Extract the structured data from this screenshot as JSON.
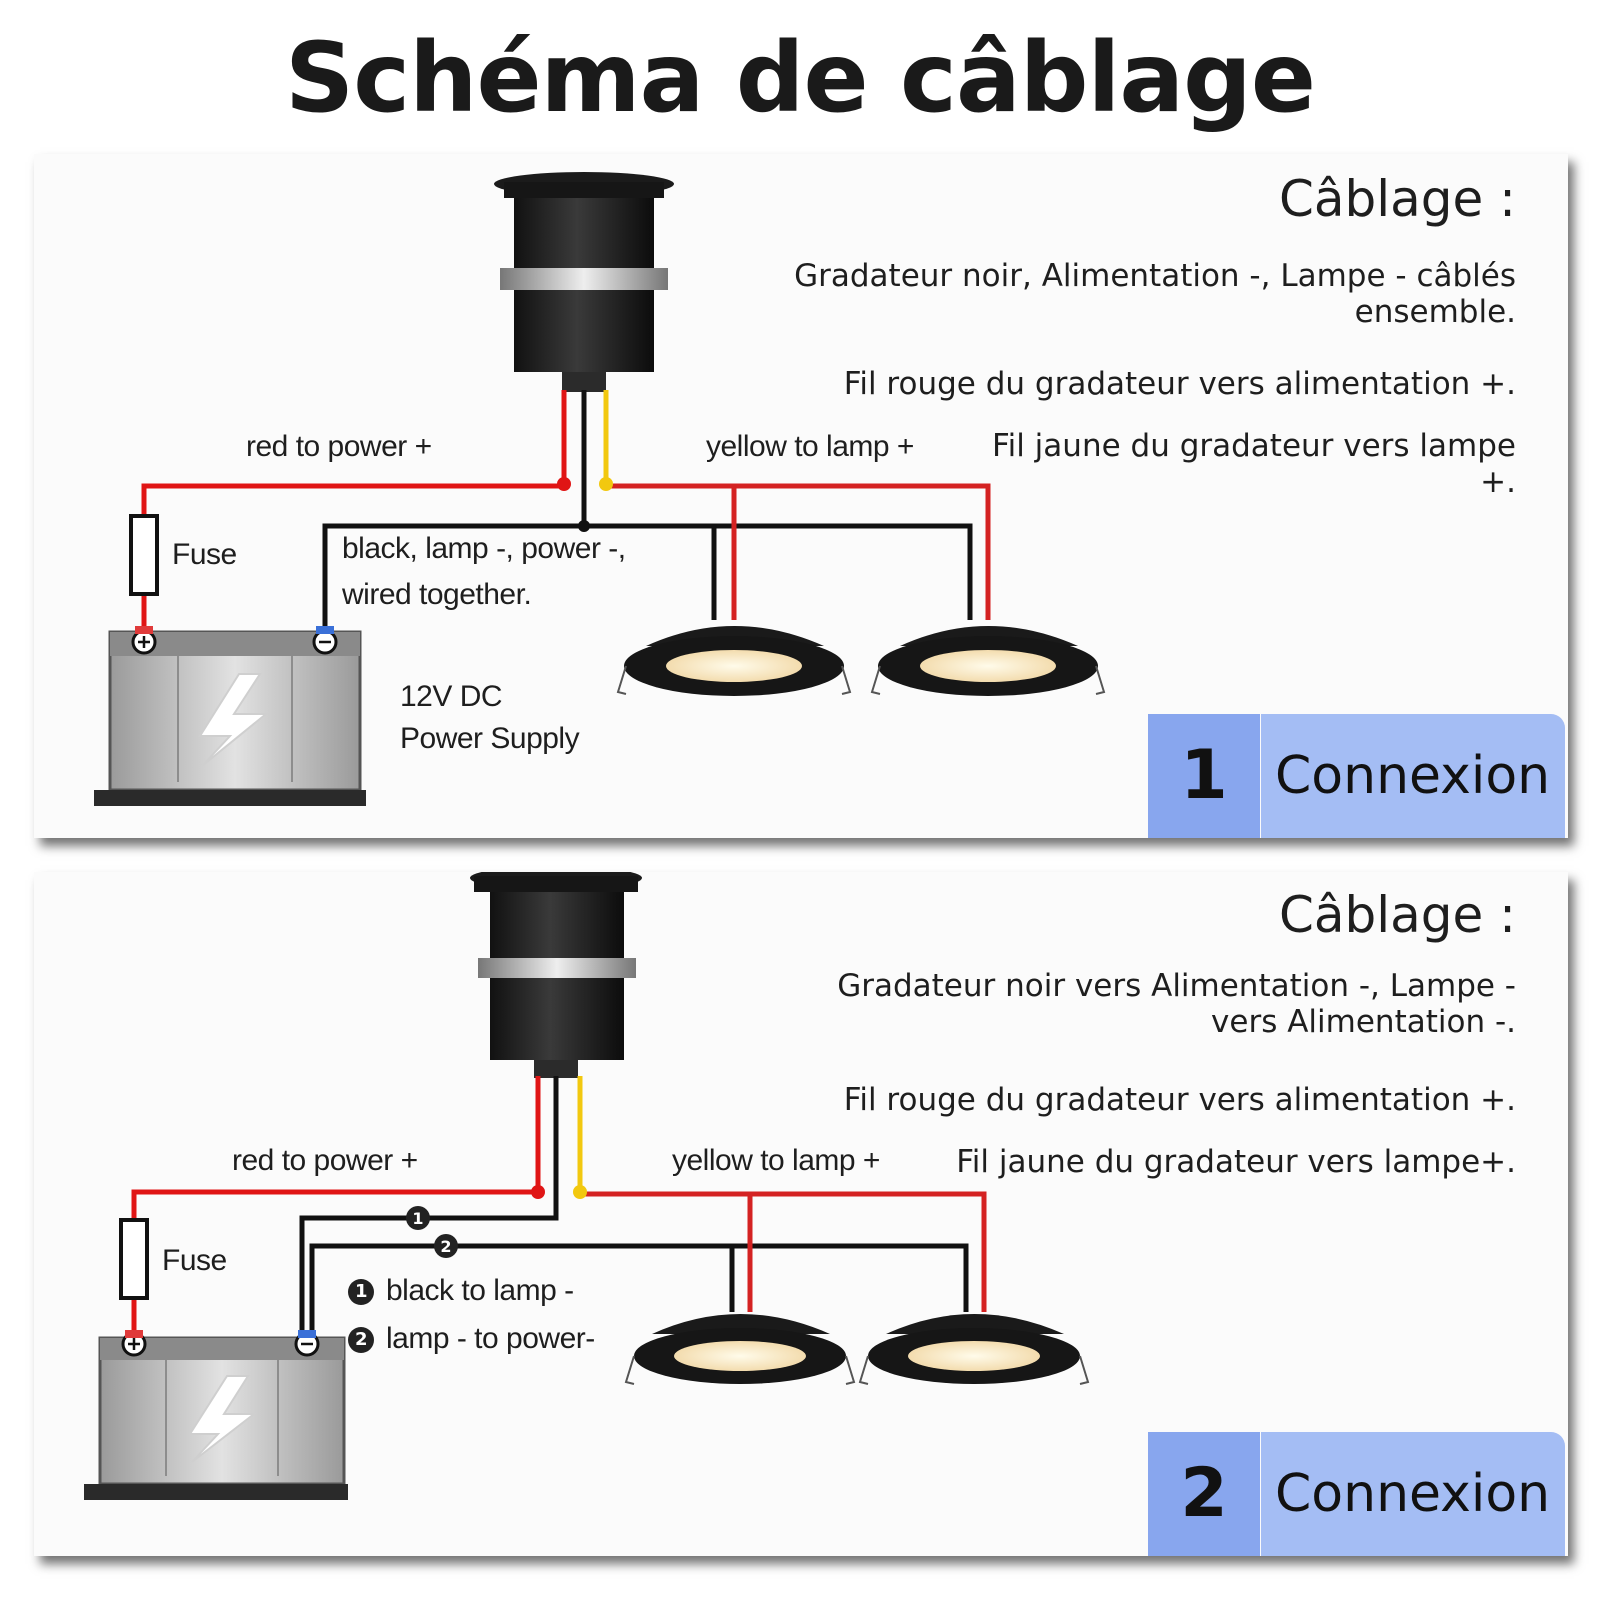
{
  "title": "Schéma de câblage",
  "colors": {
    "red": "#e01515",
    "yellow": "#f2c80f",
    "black": "#111111",
    "badge_dark": "#88a6ee",
    "badge_light": "#a4bdf4"
  },
  "panel1": {
    "heading": "Câblage :",
    "notes": [
      "Gradateur noir, Alimentation -, Lampe - câblés ensemble.",
      "Fil rouge du gradateur vers alimentation +.",
      "Fil jaune du gradateur vers lampe +."
    ],
    "label_red": "red to power +",
    "label_yellow": "yellow to lamp +",
    "label_fuse": "Fuse",
    "label_black_1": "black, lamp -, power -,",
    "label_black_2": "wired together.",
    "supply_line1": "12V DC",
    "supply_line2": "Power Supply",
    "badge_number": "1",
    "badge_text": "Connexion"
  },
  "panel2": {
    "heading": "Câblage :",
    "notes": [
      "Gradateur noir vers Alimentation -, Lampe - vers Alimentation -.",
      "Fil rouge du gradateur vers alimentation +.",
      "Fil jaune du gradateur vers lampe+."
    ],
    "label_red": "red to power +",
    "label_yellow": "yellow to lamp +",
    "label_fuse": "Fuse",
    "marker_1": "1",
    "marker_2": "2",
    "legend_1": "black to lamp -",
    "legend_2": "lamp - to power-",
    "badge_number": "2",
    "badge_text": "Connexion"
  }
}
